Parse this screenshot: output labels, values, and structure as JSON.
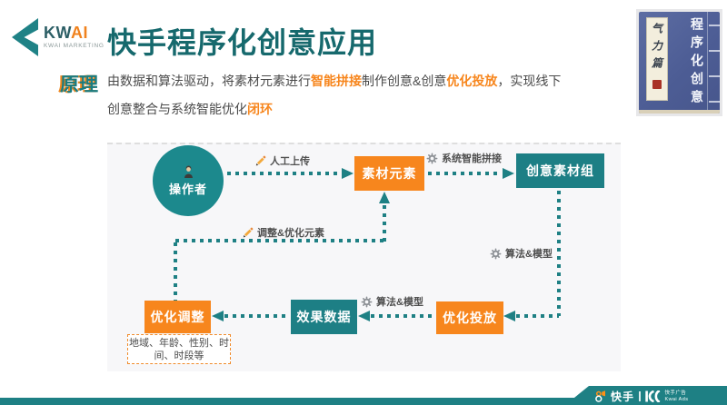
{
  "colors": {
    "teal": "#1e8084",
    "orange": "#f7861d",
    "title_teal": "#16696d"
  },
  "header": {
    "brand_kw": "KW",
    "brand_ai": "AI",
    "brand_sub": "KWAI MARKETING",
    "title": "快手程序化创意应用"
  },
  "book": {
    "spine_title": "程序化创意",
    "label": "气力篇"
  },
  "principle": {
    "label": "原理",
    "seg1": "由数据和算法驱动，将素材元素进行",
    "seg2": "智能拼接",
    "seg3": "制作创意&创意",
    "seg4": "优化投放",
    "seg5": "，实现线下",
    "line2_a": "创意整合与系统智能优化",
    "line2_b": "闭环"
  },
  "diagram": {
    "operator": "操作者",
    "nodes": {
      "material": "素材元素",
      "creative_group": "创意素材组",
      "optimize_delivery": "优化投放",
      "effect_data": "效果数据",
      "optimize_adjust": "优化调整"
    },
    "labels": {
      "manual_upload": "人工上传",
      "system_splice": "系统智能拼接",
      "algo_model_right": "算法&模型",
      "algo_model_mid": "算法&模型",
      "adjust_elements": "调整&优化元素"
    },
    "icons": {
      "manual_upload": "pencil",
      "system_splice": "gear",
      "algo_model_right": "gear",
      "algo_model_mid": "gear",
      "adjust_elements": "pencil",
      "operator": "person"
    },
    "param_note": "地域、年龄、性别、时间、时段等"
  },
  "footer": {
    "kuaishou": "快手",
    "ads_cn": "快手广告",
    "ads_en": "Kwai Ads"
  }
}
